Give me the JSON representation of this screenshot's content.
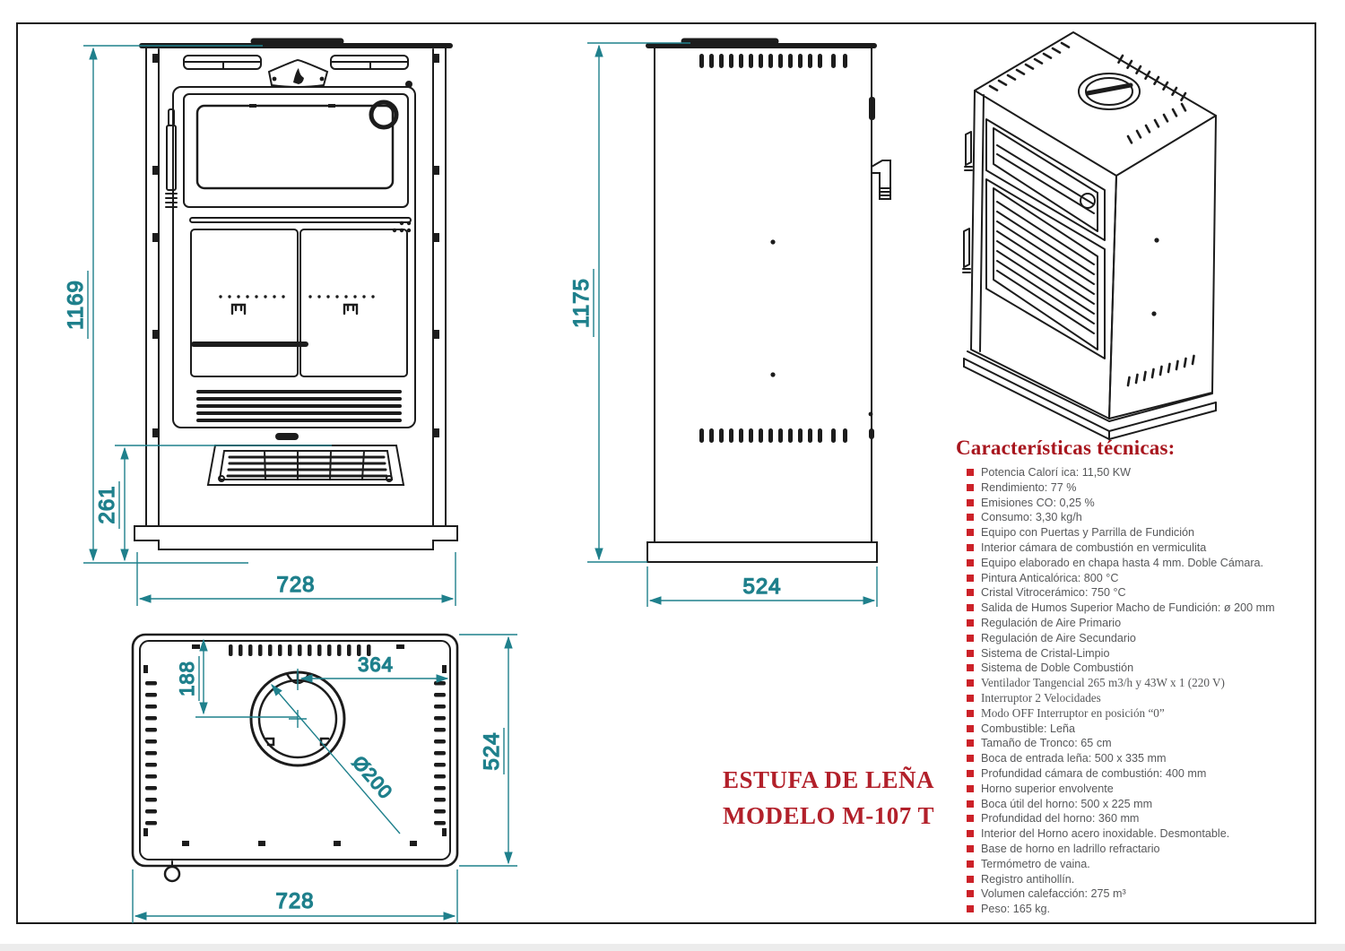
{
  "title": {
    "line1": "ESTUFA DE LEÑA",
    "line2": "MODELO M-107 T"
  },
  "colors": {
    "line": "#1c1c1c",
    "dimension": "#1f808c",
    "bullet_red": "#cc2128",
    "title_red": "#b2202a",
    "heading_red": "#a8161e",
    "text_gray": "#57585a"
  },
  "views": {
    "front": {
      "dim_height": "1169",
      "dim_base_height": "261",
      "dim_width": "728"
    },
    "side": {
      "dim_height": "1175",
      "dim_depth": "524"
    },
    "top": {
      "dim_flue_offset_y": "188",
      "dim_flue_offset_x": "364",
      "dim_depth": "524",
      "dim_width": "728",
      "dim_flue_diameter": "Ø200"
    }
  },
  "specs": {
    "heading": "Características técnicas:",
    "items": [
      {
        "text": "Potencia Calorí ica: 11,50 KW"
      },
      {
        "text": "Rendimiento: 77 %"
      },
      {
        "text": "Emisiones CO: 0,25 %"
      },
      {
        "text": "Consumo: 3,30 kg/h"
      },
      {
        "text": "Equipo con Puertas y Parrilla de Fundición"
      },
      {
        "text": "Interior cámara de combustión en vermiculita"
      },
      {
        "text": "Equipo elaborado en chapa hasta 4 mm. Doble Cámara."
      },
      {
        "text": "Pintura Anticalórica: 800 °C"
      },
      {
        "text": "Cristal Vitrocerámico: 750 °C"
      },
      {
        "text": "Salida de Humos Superior Macho de Fundición: ø 200 mm"
      },
      {
        "text": "Regulación de Aire Primario"
      },
      {
        "text": "Regulación de Aire Secundario"
      },
      {
        "text": "Sistema de Cristal-Limpio"
      },
      {
        "text": "Sistema de Doble Combustión"
      },
      {
        "text": "Ventilador Tangencial 265 m3/h y 43W x 1 (220 V)",
        "serif": true
      },
      {
        "text": "Interruptor 2 Velocidades",
        "serif": true
      },
      {
        "text": "Modo OFF  Interruptor en posición “0”",
        "serif": true
      },
      {
        "text": "Combustible: Leña"
      },
      {
        "text": "Tamaño de Tronco: 65 cm"
      },
      {
        "text": "Boca de entrada leña: 500 x 335 mm"
      },
      {
        "text": "Profundidad cámara de combustión: 400 mm"
      },
      {
        "text": "Horno superior envolvente"
      },
      {
        "text": "Boca útil del horno: 500 x 225 mm"
      },
      {
        "text": "Profundidad del horno: 360 mm"
      },
      {
        "text": "Interior del Horno acero inoxidable. Desmontable."
      },
      {
        "text": "Base de horno en ladrillo refractario"
      },
      {
        "text": "Termómetro de vaina."
      },
      {
        "text": "Registro antihollín."
      },
      {
        "text": "Volumen calefacción: 275 m³"
      },
      {
        "text": "Peso: 165 kg."
      }
    ]
  }
}
